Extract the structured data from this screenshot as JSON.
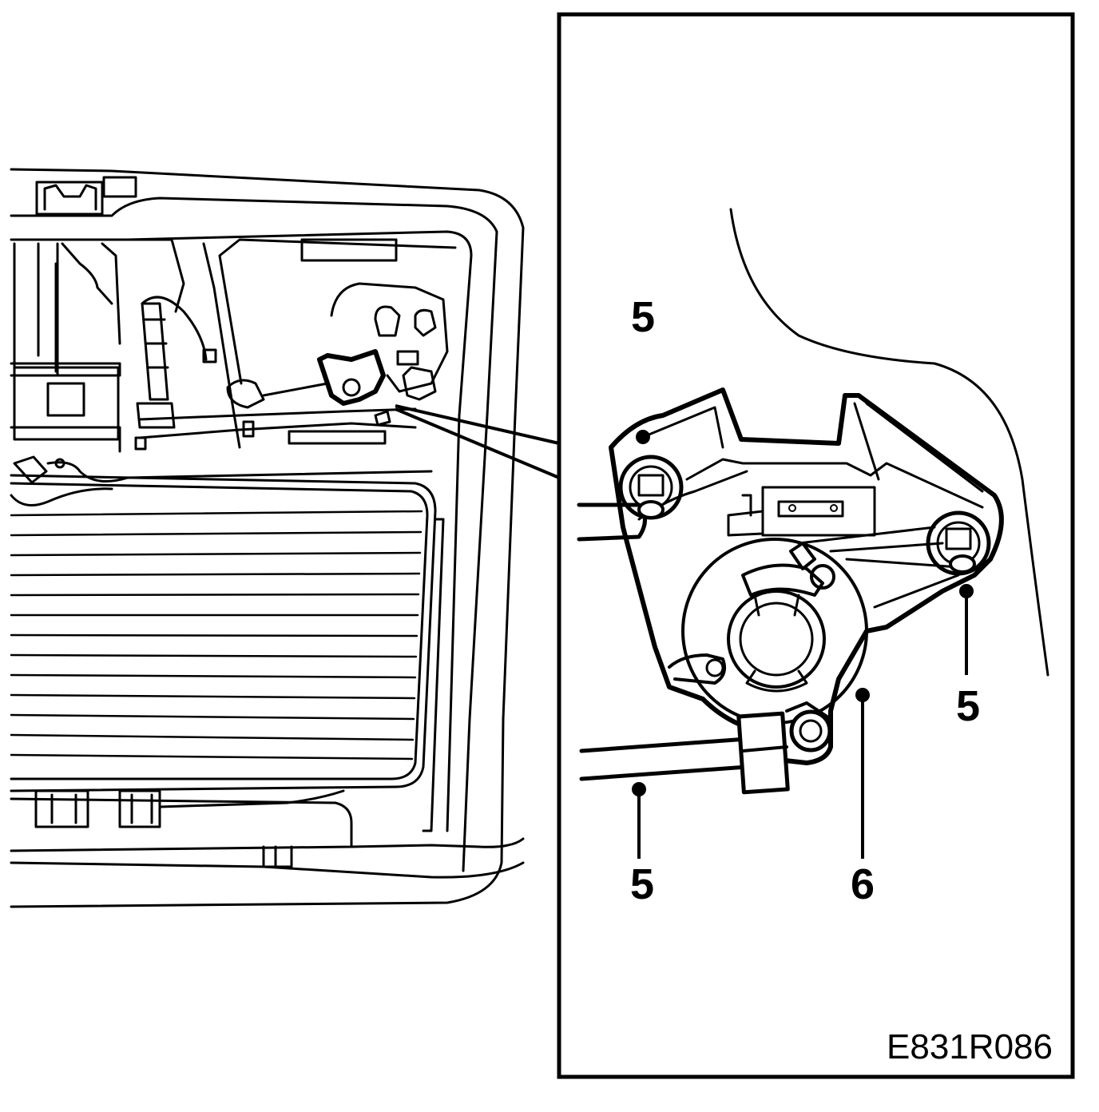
{
  "diagram": {
    "figure_code": "E831R086",
    "callouts": {
      "screw_top_left": "5",
      "screw_right": "5",
      "screw_bottom_left": "5",
      "lamp_holder": "6"
    },
    "colors": {
      "ink": "#000000",
      "paper": "#ffffff"
    }
  }
}
